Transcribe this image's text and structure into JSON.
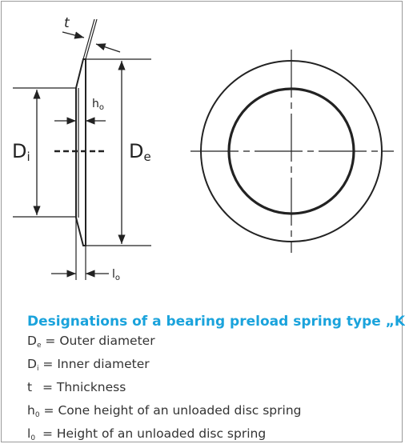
{
  "diagram": {
    "labels": {
      "t": "t",
      "ho_main": "h",
      "ho_sub": "o",
      "di_main": "D",
      "di_sub": "i",
      "de_main": "D",
      "de_sub": "e",
      "lo_main": "l",
      "lo_sub": "o"
    }
  },
  "legend": {
    "title": "Designations of a bearing preload spring type „K“",
    "items": [
      {
        "symbol": "D",
        "sub": "e",
        "eq": "=",
        "text": "Outer diameter"
      },
      {
        "symbol": "D",
        "sub": "i",
        "eq": "=",
        "text": "Inner diameter"
      },
      {
        "symbol": "t",
        "sub": "",
        "eq": "=",
        "text": "Thnickness"
      },
      {
        "symbol": "h",
        "sub": "0",
        "eq": "=",
        "text": "Cone height of an unloaded disc spring"
      },
      {
        "symbol": "l",
        "sub": "0",
        "eq": "=",
        "text": "Height of an unloaded disc spring"
      }
    ]
  },
  "colors": {
    "title": "#1aa3dc",
    "line": "#222222",
    "frame": "#9a9a9a"
  }
}
